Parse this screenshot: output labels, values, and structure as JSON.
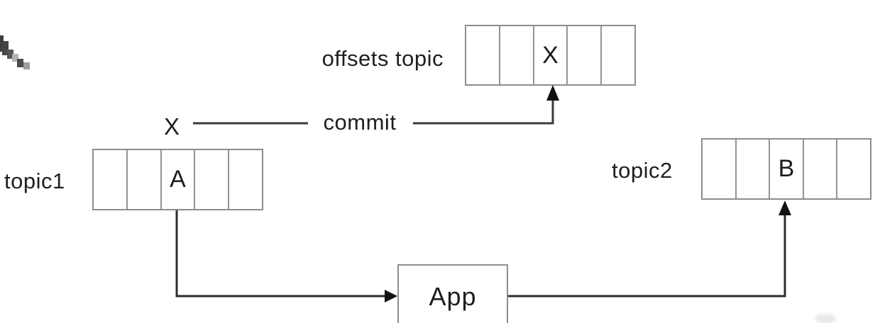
{
  "diagram": {
    "offsets_topic": {
      "label": "offsets topic",
      "cells": [
        "",
        "",
        "X",
        "",
        ""
      ]
    },
    "topic1": {
      "label": "topic1",
      "cells": [
        "",
        "",
        "A",
        "",
        ""
      ]
    },
    "topic2": {
      "label": "topic2",
      "cells": [
        "",
        "",
        "B",
        "",
        ""
      ]
    },
    "app": {
      "label": "App"
    },
    "commit": {
      "label": "commit",
      "source_marker": "X"
    }
  },
  "colors": {
    "background": "#ffffff",
    "box_border": "#8d8d8d",
    "cell_divider": "#949494",
    "arrow_line": "#2d2d2d",
    "text": "#1f1f1f"
  }
}
